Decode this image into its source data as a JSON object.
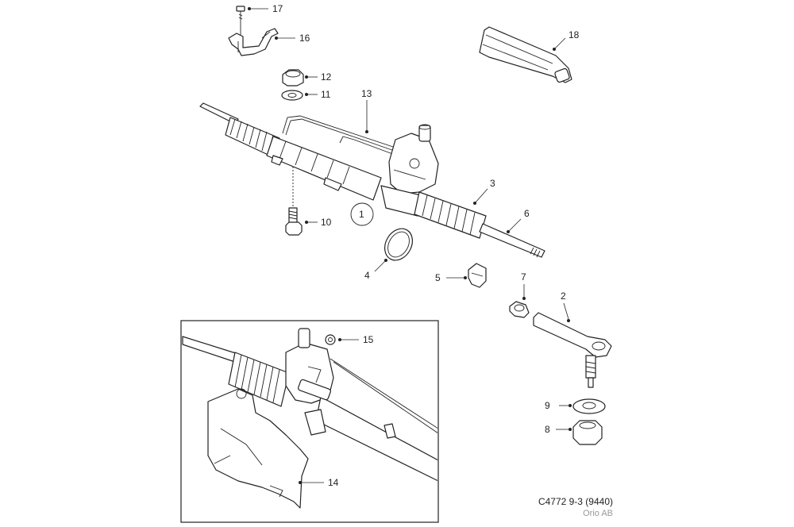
{
  "callouts": {
    "c1": "1",
    "c2": "2",
    "c3": "3",
    "c4": "4",
    "c5": "5",
    "c6": "6",
    "c7": "7",
    "c8": "8",
    "c9": "9",
    "c10": "10",
    "c11": "11",
    "c12": "12",
    "c13": "13",
    "c14": "14",
    "c15": "15",
    "c16": "16",
    "c17": "17",
    "c18": "18"
  },
  "reference": {
    "code": "C4772 9-3 (9440)",
    "owner": "Orio AB"
  }
}
